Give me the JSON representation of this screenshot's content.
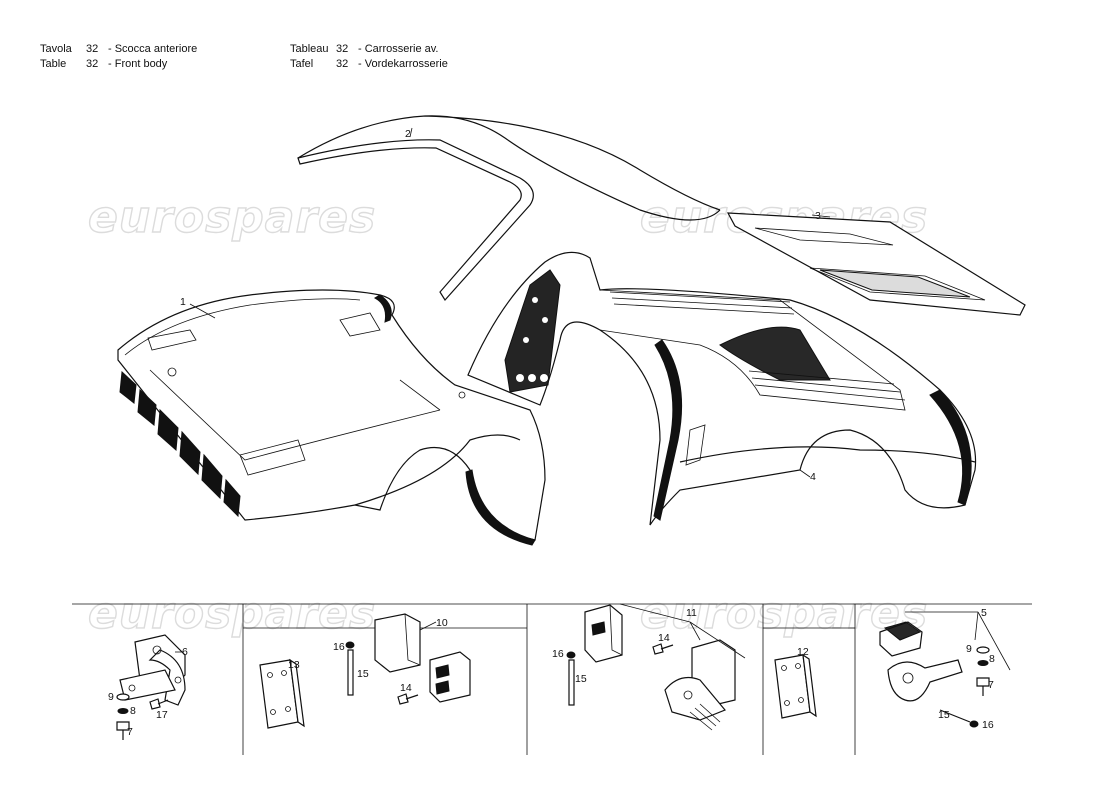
{
  "header": {
    "left": [
      {
        "lang": "Tavola",
        "num": "32",
        "title": "- Scocca anteriore"
      },
      {
        "lang": "Table",
        "num": "32",
        "title": "- Front body"
      }
    ],
    "right": [
      {
        "lang": "Tableau",
        "num": "32",
        "title": "- Carrosserie av."
      },
      {
        "lang": "Tafel",
        "num": "32",
        "title": "- Vordekarrosserie"
      }
    ]
  },
  "watermark": "eurospares",
  "callouts": {
    "front_body": "1",
    "roof_panel": "2",
    "rear_lid": "3",
    "rear_body": "4",
    "panel_a_bracket": "6",
    "panel_a_washer": "9",
    "panel_a_washer_b": "8",
    "panel_a_screw": "17",
    "panel_a_bolt": "7",
    "panel_b_plate": "13",
    "panel_c_hinge": "10",
    "panel_c_pin_clip": "16",
    "panel_c_pin": "15",
    "panel_c_screw": "14",
    "panel_d_hinge": "11",
    "panel_d_screw": "14",
    "panel_d_pin_clip": "16",
    "panel_d_pin": "15",
    "panel_e_plate": "12",
    "panel_f_bracket": "5",
    "panel_f_washer": "9",
    "panel_f_washer_b": "8",
    "panel_f_bolt": "7",
    "panel_f_pin": "15",
    "panel_f_pin_clip": "16"
  }
}
